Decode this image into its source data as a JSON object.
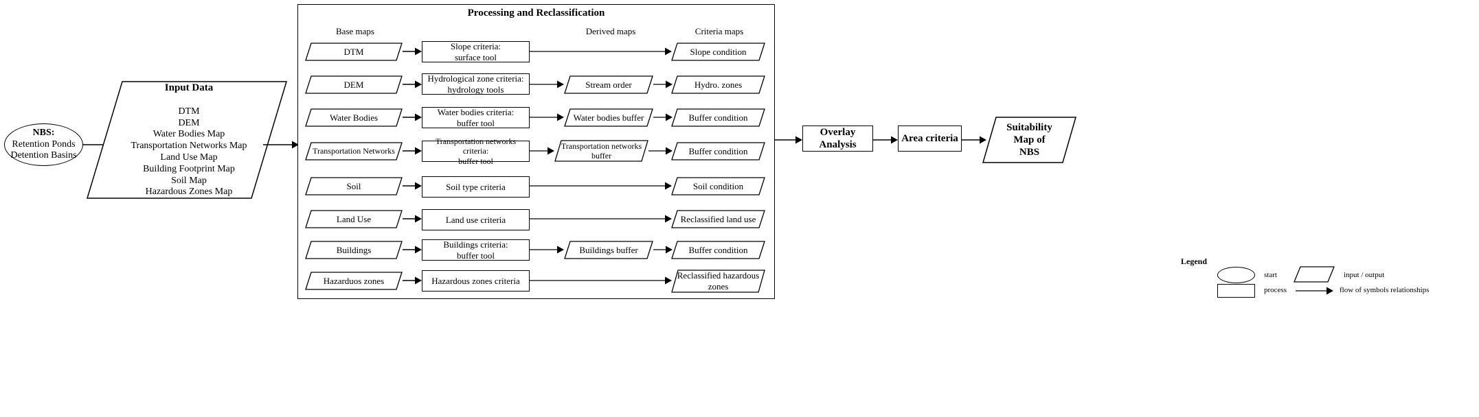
{
  "diagram": {
    "start": {
      "title": "NBS:",
      "line1": "Retention Ponds",
      "line2": "Detention Basins"
    },
    "input_data": {
      "title": "Input Data",
      "items": [
        "DTM",
        "DEM",
        "Water Bodies Map",
        "Transportation Networks Map",
        "Land Use Map",
        "Building Footprint Map",
        "Soil Map",
        "Hazardous Zones Map"
      ]
    },
    "processing": {
      "title": "Processing and Reclassification",
      "columns": {
        "base_maps": "Base maps",
        "derived_maps": "Derived maps",
        "criteria_maps": "Criteria maps"
      },
      "rows": [
        {
          "base": "DTM",
          "process": "Slope criteria:\nsurface tool",
          "derived": null,
          "criteria": "Slope condition"
        },
        {
          "base": "DEM",
          "process": "Hydrological zone criteria:\nhydrology tools",
          "derived": "Stream order",
          "criteria": "Hydro. zones"
        },
        {
          "base": "Water Bodies",
          "process": "Water bodies criteria:\nbuffer tool",
          "derived": "Water bodies buffer",
          "criteria": "Buffer condition"
        },
        {
          "base": "Transportation Networks",
          "process": "Transportation networks criteria:\nbuffer tool",
          "derived": "Transportation networks\nbuffer",
          "criteria": "Buffer condition"
        },
        {
          "base": "Soil",
          "process": "Soil type criteria",
          "derived": null,
          "criteria": "Soil condition"
        },
        {
          "base": "Land Use",
          "process": "Land use criteria",
          "derived": null,
          "criteria": "Reclassified land use"
        },
        {
          "base": "Buildings",
          "process": "Buildings criteria:\nbuffer tool",
          "derived": "Buildings buffer",
          "criteria": "Buffer condition"
        },
        {
          "base": "Hazarduos zones",
          "process": "Hazardous zones criteria",
          "derived": null,
          "criteria": "Reclassified hazardous\nzones"
        }
      ]
    },
    "overlay_analysis": "Overlay Analysis",
    "area_criteria": "Area criteria",
    "output": "Suitability\nMap of\nNBS",
    "legend": {
      "title": "Legend",
      "entries": [
        {
          "symbol": "ellipse",
          "label": "start"
        },
        {
          "symbol": "rectangle",
          "label": "process"
        },
        {
          "symbol": "parallelogram",
          "label": "input / output"
        },
        {
          "symbol": "arrow",
          "label": "flow of symbols relationships"
        }
      ]
    },
    "colors": {
      "stroke": "#000000",
      "background": "#ffffff"
    }
  }
}
